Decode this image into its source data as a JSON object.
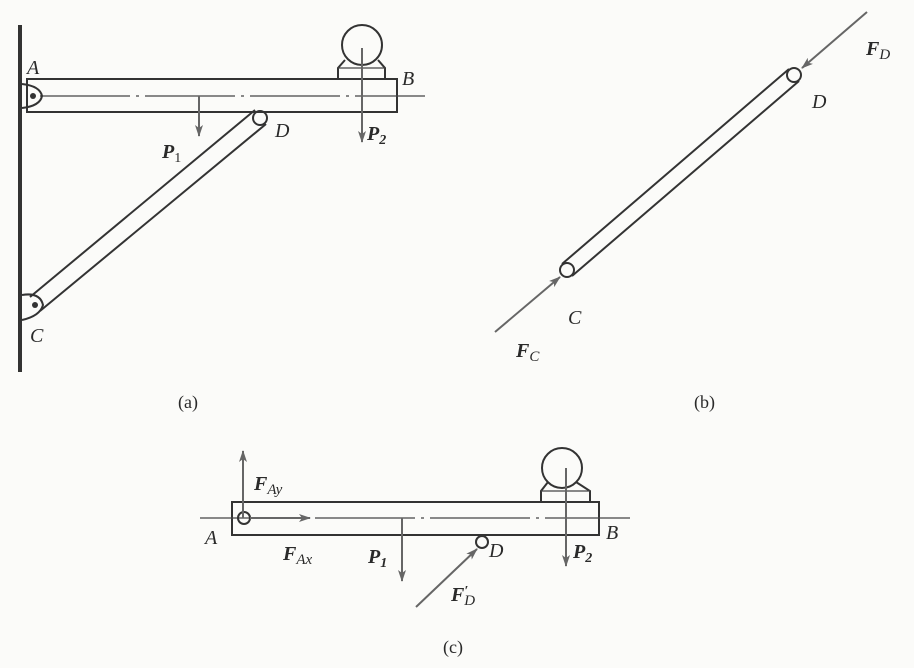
{
  "fig_a": {
    "caption": "(a)",
    "labels": {
      "A": "A",
      "B": "B",
      "C": "C",
      "D": "D",
      "P1": "P",
      "P1_sub": "1",
      "P2": "P",
      "P2_sub": "2"
    }
  },
  "fig_b": {
    "caption": "(b)",
    "labels": {
      "C": "C",
      "D": "D",
      "FC": "F",
      "FC_sub": "C",
      "FD": "F",
      "FD_sub": "D"
    }
  },
  "fig_c": {
    "caption": "(c)",
    "labels": {
      "A": "A",
      "B": "B",
      "D": "D",
      "FAx": "F",
      "FAx_sub": "Ax",
      "FAy": "F",
      "FAy_sub": "Ay",
      "P1": "P",
      "P1_sub": "1",
      "P2": "P",
      "P2_sub": "2",
      "FD": "F",
      "FD_sub": "D",
      "FD_prime": "′"
    }
  },
  "colors": {
    "ink": "#333333",
    "arrow": "#666666"
  }
}
